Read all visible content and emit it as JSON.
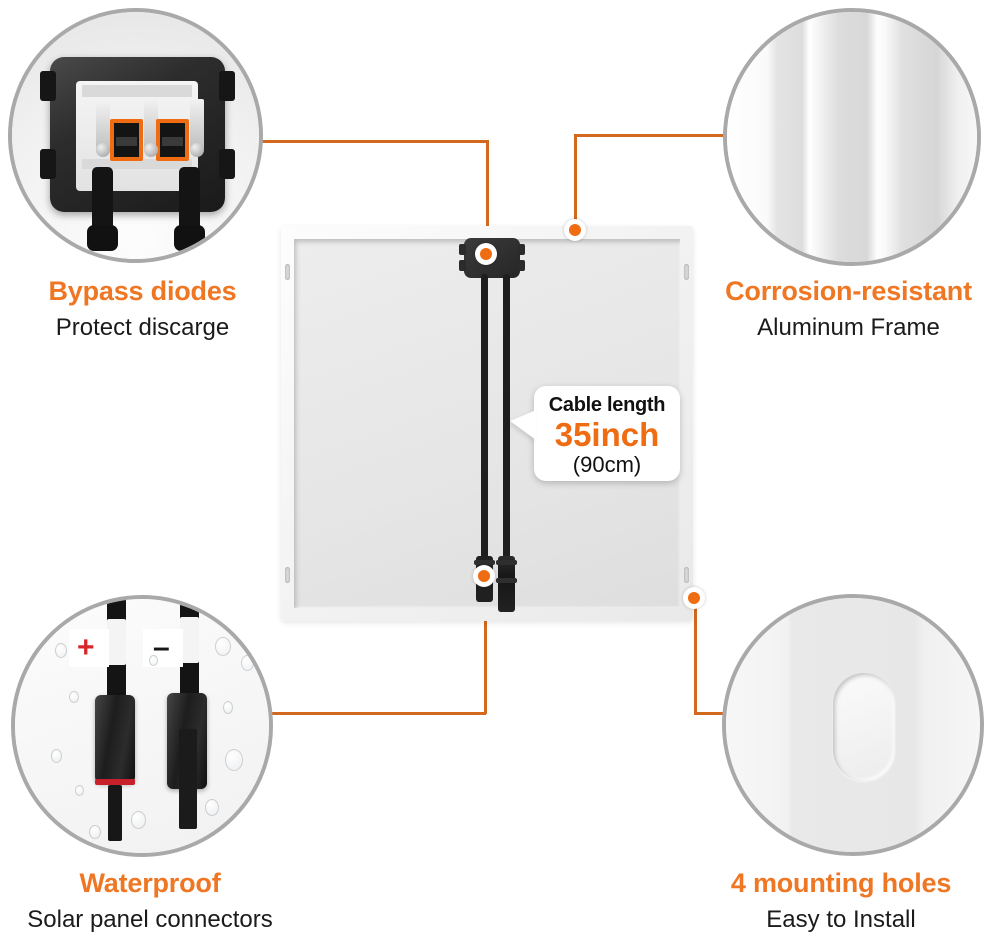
{
  "features": [
    {
      "id": "bypass-diodes",
      "title": "Bypass diodes",
      "subtitle": "Protect discarge",
      "icon": "junction-box-photo",
      "position": "top-left"
    },
    {
      "id": "corrosion-resistant",
      "title": "Corrosion-resistant",
      "subtitle": "Aluminum Frame",
      "icon": "aluminum-frame-photo",
      "position": "top-right"
    },
    {
      "id": "waterproof",
      "title": "Waterproof",
      "subtitle": "Solar panel connectors",
      "icon": "mc4-connectors-photo",
      "position": "bottom-left"
    },
    {
      "id": "mounting-holes",
      "title": "4 mounting holes",
      "subtitle": "Easy to Install",
      "icon": "mounting-hole-photo",
      "position": "bottom-right"
    }
  ],
  "callout": {
    "line1": "Cable length",
    "line2": "35inch",
    "line3": "(90cm)"
  },
  "polarity": {
    "positive": "+",
    "negative": "–"
  },
  "product": {
    "name": "solar-panel-back-view"
  },
  "colors": {
    "accent": "#ef6c12",
    "connector_line": "#d2691e",
    "circle_border": "#a9a9a9",
    "body_text": "#1b1b1b",
    "positive_marker": "#d62828"
  }
}
